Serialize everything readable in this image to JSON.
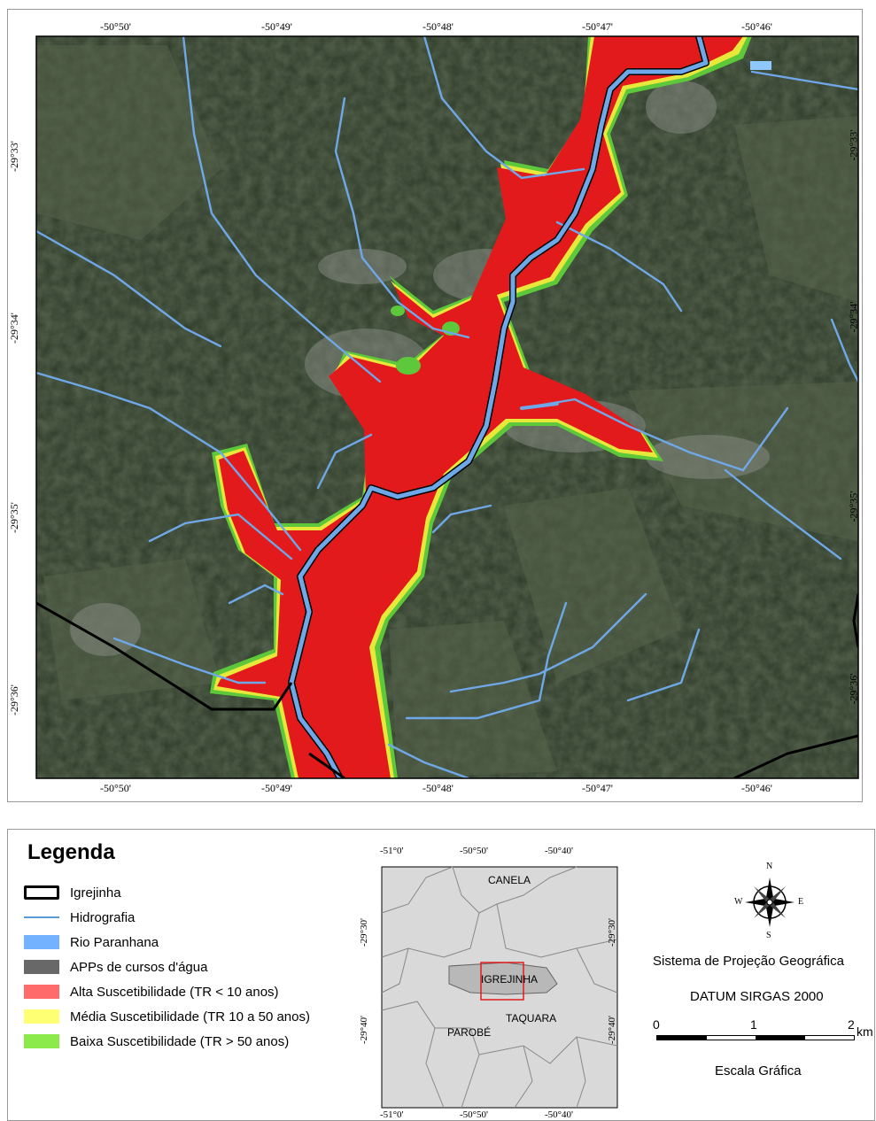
{
  "map": {
    "top_ticks": [
      "-50°50'",
      "-50°49'",
      "-50°48'",
      "-50°47'",
      "-50°46'"
    ],
    "bottom_ticks": [
      "-50°50'",
      "-50°49'",
      "-50°48'",
      "-50°47'",
      "-50°46'"
    ],
    "left_ticks": [
      "-29°33'",
      "-29°34'",
      "-29°35'",
      "-29°36'"
    ],
    "right_ticks": [
      "-29°33'",
      "-29°34'",
      "-29°35'",
      "-29°36'"
    ]
  },
  "legend": {
    "title": "Legenda",
    "items": [
      {
        "label": "Igrejinha",
        "symbol": "boundary",
        "color": "#000000"
      },
      {
        "label": "Hidrografia",
        "symbol": "line",
        "color": "#5b9bd5"
      },
      {
        "label": "Rio Paranhana",
        "symbol": "fill",
        "color": "#73b2ff"
      },
      {
        "label": "APPs de cursos d'água",
        "symbol": "fill",
        "color": "#686868"
      },
      {
        "label": "Alta Suscetibilidade (TR < 10 anos)",
        "symbol": "fill",
        "color": "#ff6b6b"
      },
      {
        "label": "Média Suscetibilidade (TR 10 a 50 anos)",
        "symbol": "fill",
        "color": "#ffff73"
      },
      {
        "label": "Baixa Suscetibilidade (TR > 50 anos)",
        "symbol": "fill",
        "color": "#8ceb4a"
      }
    ]
  },
  "inset": {
    "top_ticks": [
      "-51°0'",
      "-50°50'",
      "-50°40'"
    ],
    "bottom_ticks": [
      "-51°0'",
      "-50°50'",
      "-50°40'"
    ],
    "left_ticks": [
      "-29°30'",
      "-29°40'"
    ],
    "right_ticks": [
      "-29°30'",
      "-29°40'"
    ],
    "places": [
      "CANELA",
      "IGREJINHA",
      "TAQUARA",
      "PAROBÉ"
    ]
  },
  "info": {
    "north": "N",
    "south": "S",
    "east": "E",
    "west": "W",
    "projection": "Sistema de Projeção Geográfica",
    "datum": "DATUM SIRGAS 2000",
    "scale_labels": [
      "0",
      "1",
      "2"
    ],
    "scale_unit": "km",
    "scale_title": "Escala Gráfica"
  },
  "colors": {
    "high": "#e31a1c",
    "medium": "#e8e83a",
    "low": "#5cc83a",
    "river": "#6fa8e8",
    "imagery_bg": "#2f3a29"
  }
}
